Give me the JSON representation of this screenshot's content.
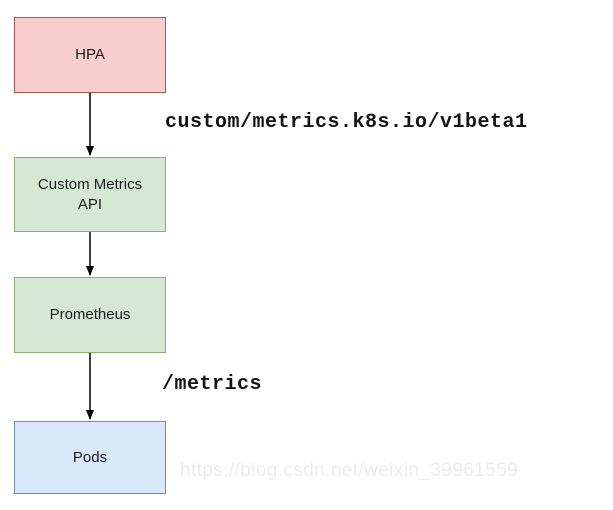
{
  "diagram": {
    "type": "flowchart",
    "nodes": [
      {
        "id": "hpa",
        "label": "HPA",
        "fill": "#f8cecc",
        "border": "#b85450"
      },
      {
        "id": "custom-metrics-api",
        "label": "Custom Metrics\nAPI",
        "fill": "#d5e8d4",
        "border": "#82b366"
      },
      {
        "id": "prometheus",
        "label": "Prometheus",
        "fill": "#d5e8d4",
        "border": "#82b366"
      },
      {
        "id": "pods",
        "label": "Pods",
        "fill": "#dae8fc",
        "border": "#6c8ebf"
      }
    ],
    "edges": [
      {
        "from": "hpa",
        "to": "custom-metrics-api",
        "label": "custom/metrics.k8s.io/v1beta1"
      },
      {
        "from": "custom-metrics-api",
        "to": "prometheus",
        "label": ""
      },
      {
        "from": "prometheus",
        "to": "pods",
        "label": "/metrics"
      }
    ],
    "edge_labels": {
      "api_group": "custom/metrics.k8s.io/v1beta1",
      "metrics_path": "/metrics"
    },
    "arrow_color": "#000000",
    "watermark": "https://blog.csdn.net/weixin_39961559"
  }
}
